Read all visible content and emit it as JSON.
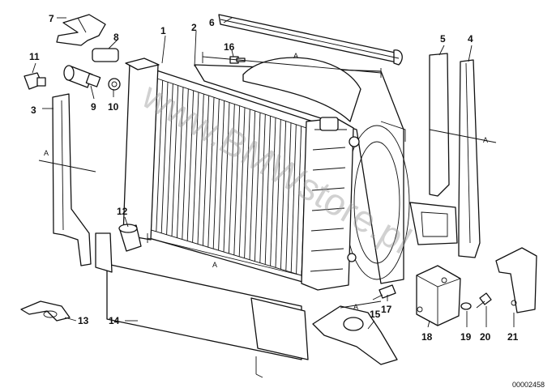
{
  "watermark": "www.BMWstore.pl",
  "drawing_code": "00002458",
  "dimension_letter": "A",
  "callouts": [
    {
      "id": "c1",
      "text": "1"
    },
    {
      "id": "c2",
      "text": "2"
    },
    {
      "id": "c3",
      "text": "3"
    },
    {
      "id": "c4",
      "text": "4"
    },
    {
      "id": "c5",
      "text": "5"
    },
    {
      "id": "c6",
      "text": "6"
    },
    {
      "id": "c7",
      "text": "7"
    },
    {
      "id": "c8",
      "text": "8"
    },
    {
      "id": "c9",
      "text": "9"
    },
    {
      "id": "c10",
      "text": "10"
    },
    {
      "id": "c11",
      "text": "11"
    },
    {
      "id": "c12",
      "text": "12"
    },
    {
      "id": "c13",
      "text": "13"
    },
    {
      "id": "c14",
      "text": "14"
    },
    {
      "id": "c15",
      "text": "15"
    },
    {
      "id": "c16",
      "text": "16"
    },
    {
      "id": "c17",
      "text": "17"
    },
    {
      "id": "c18",
      "text": "18"
    },
    {
      "id": "c19",
      "text": "19"
    },
    {
      "id": "c20",
      "text": "20"
    },
    {
      "id": "c21",
      "text": "21"
    }
  ]
}
